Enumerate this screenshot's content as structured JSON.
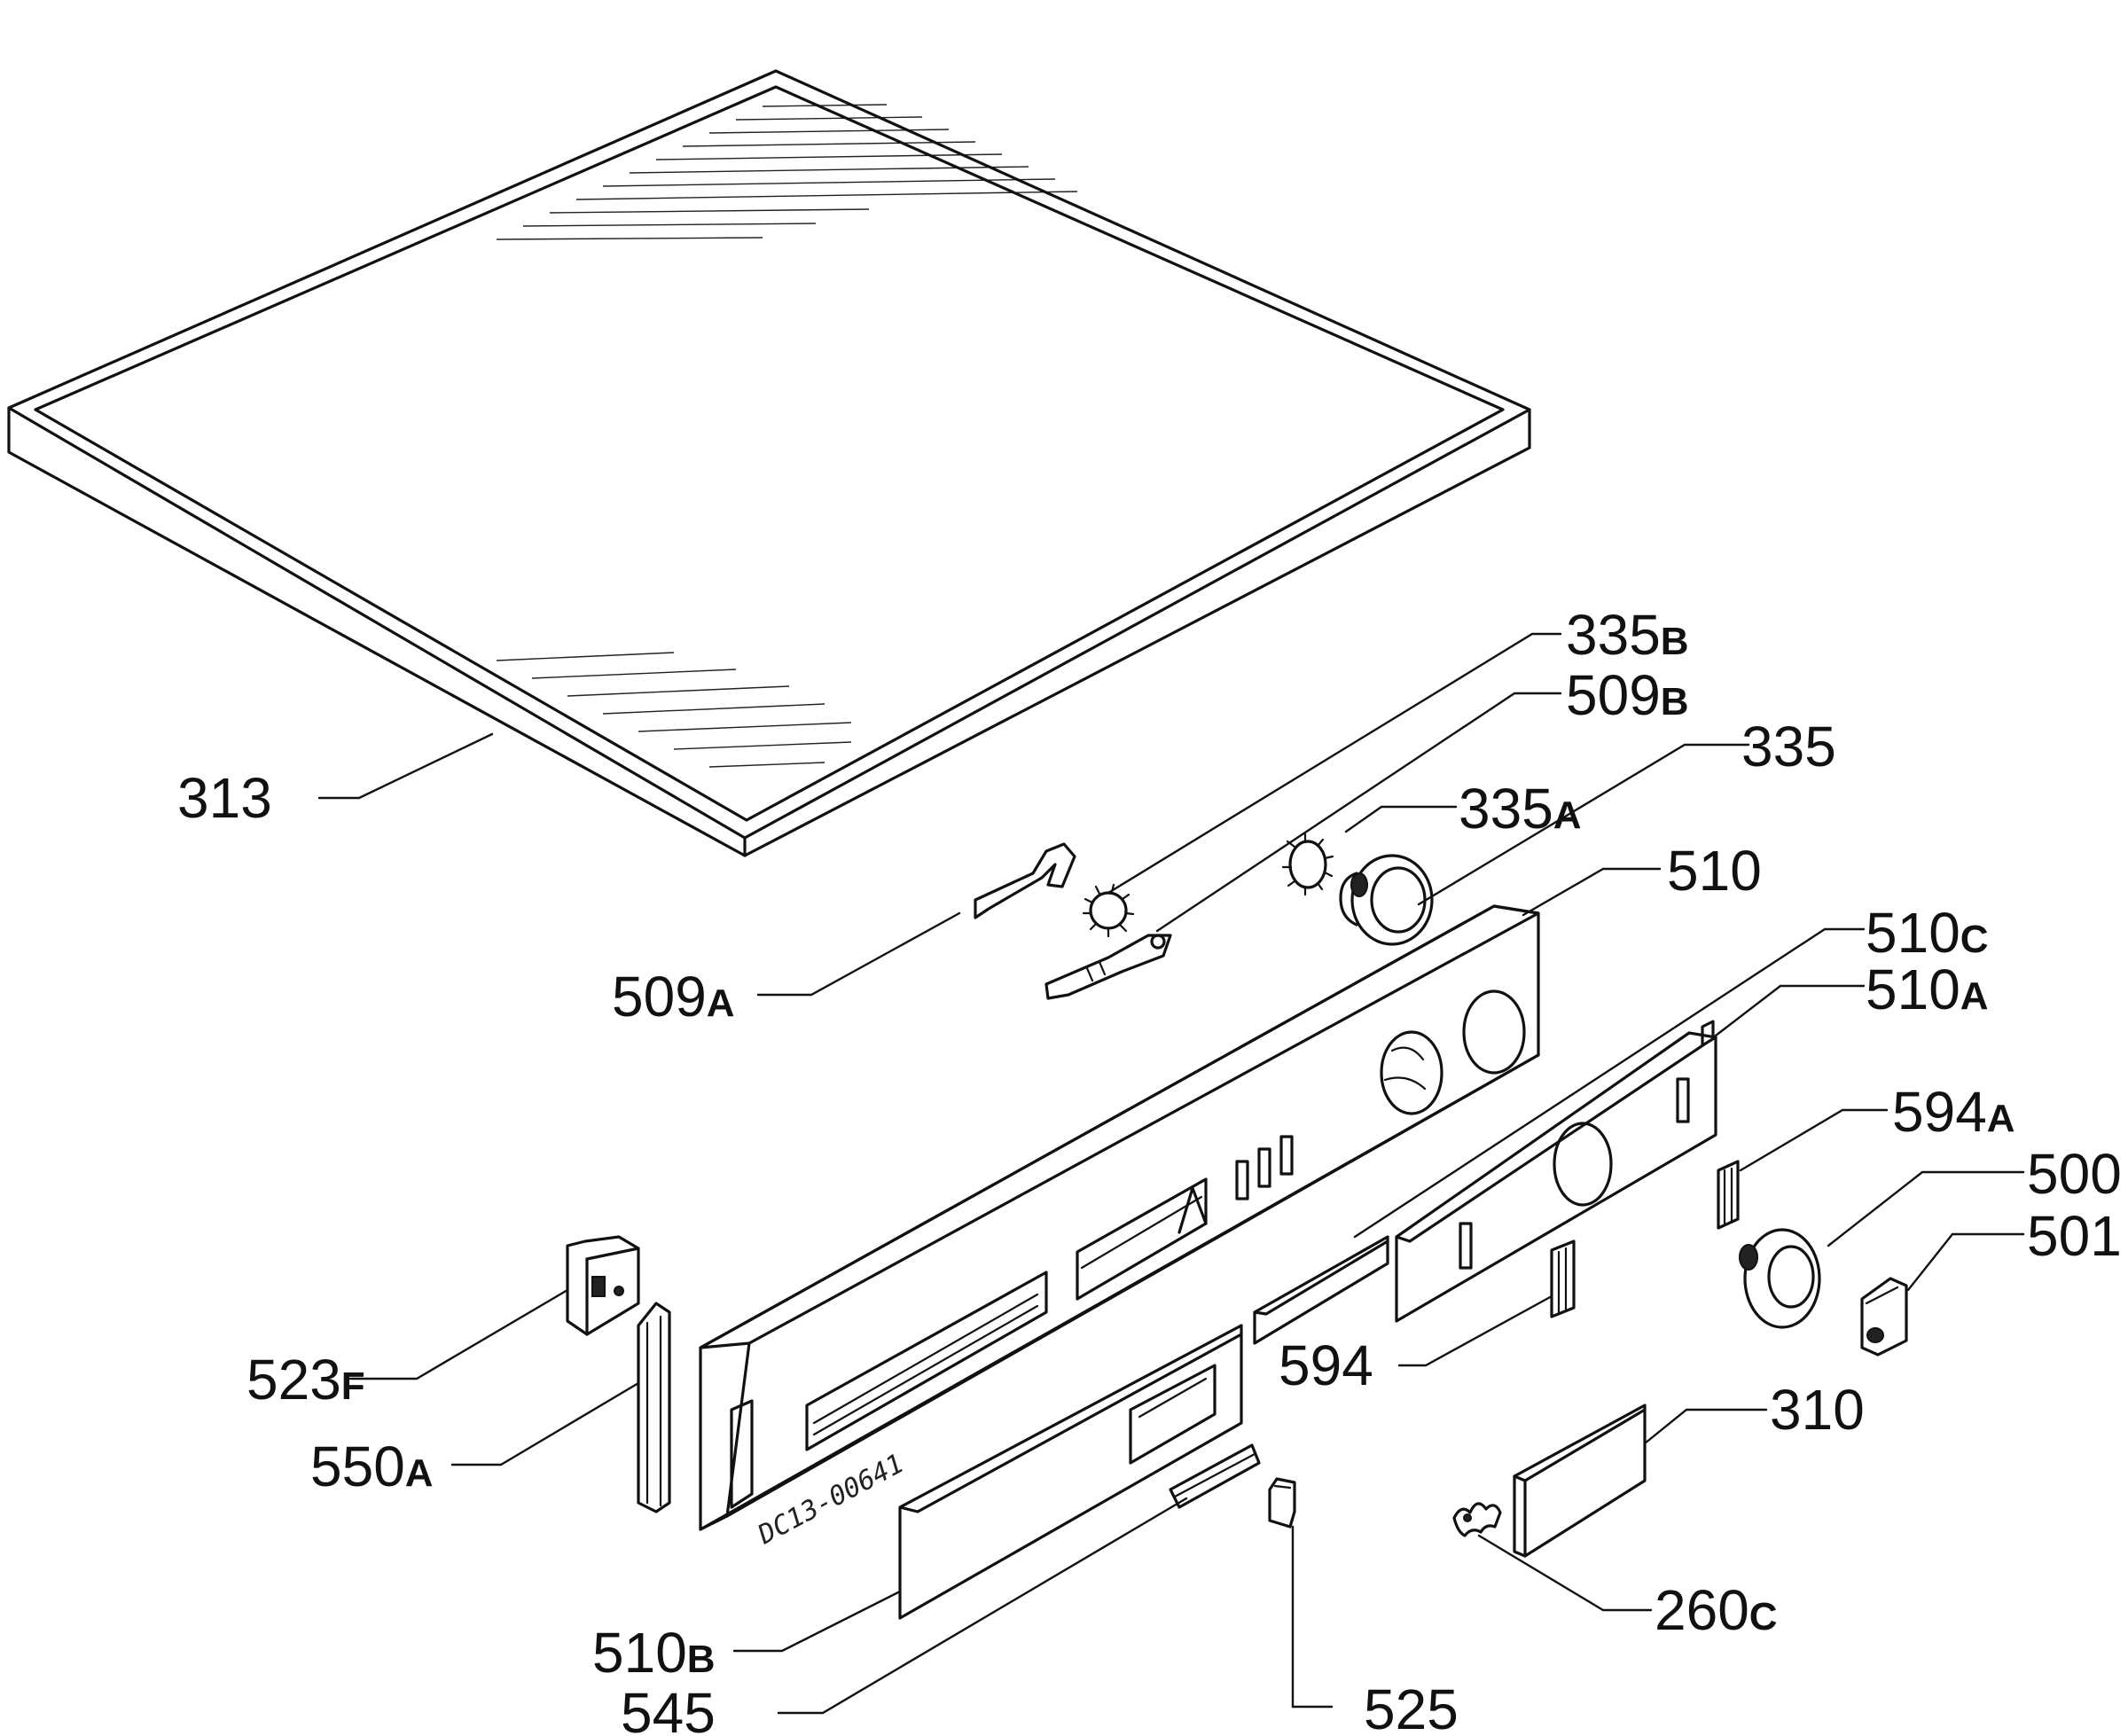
{
  "drawing_code": "DC13-00641",
  "labels": {
    "l313": {
      "num": "313",
      "suffix": ""
    },
    "l335b": {
      "num": "335",
      "suffix": "B"
    },
    "l509b": {
      "num": "509",
      "suffix": "B"
    },
    "l335": {
      "num": "335",
      "suffix": ""
    },
    "l335a": {
      "num": "335",
      "suffix": "A"
    },
    "l510": {
      "num": "510",
      "suffix": ""
    },
    "l510c": {
      "num": "510",
      "suffix": "C"
    },
    "l509a": {
      "num": "509",
      "suffix": "A"
    },
    "l510a": {
      "num": "510",
      "suffix": "A"
    },
    "l594a": {
      "num": "594",
      "suffix": "A"
    },
    "l500": {
      "num": "500",
      "suffix": ""
    },
    "l501": {
      "num": "501",
      "suffix": ""
    },
    "l523f": {
      "num": "523",
      "suffix": "F"
    },
    "l594": {
      "num": "594",
      "suffix": ""
    },
    "l550a": {
      "num": "550",
      "suffix": "A"
    },
    "l310": {
      "num": "310",
      "suffix": ""
    },
    "l260c": {
      "num": "260",
      "suffix": "C"
    },
    "l510b": {
      "num": "510",
      "suffix": "B"
    },
    "l545": {
      "num": "545",
      "suffix": ""
    },
    "l525": {
      "num": "525",
      "suffix": ""
    }
  }
}
